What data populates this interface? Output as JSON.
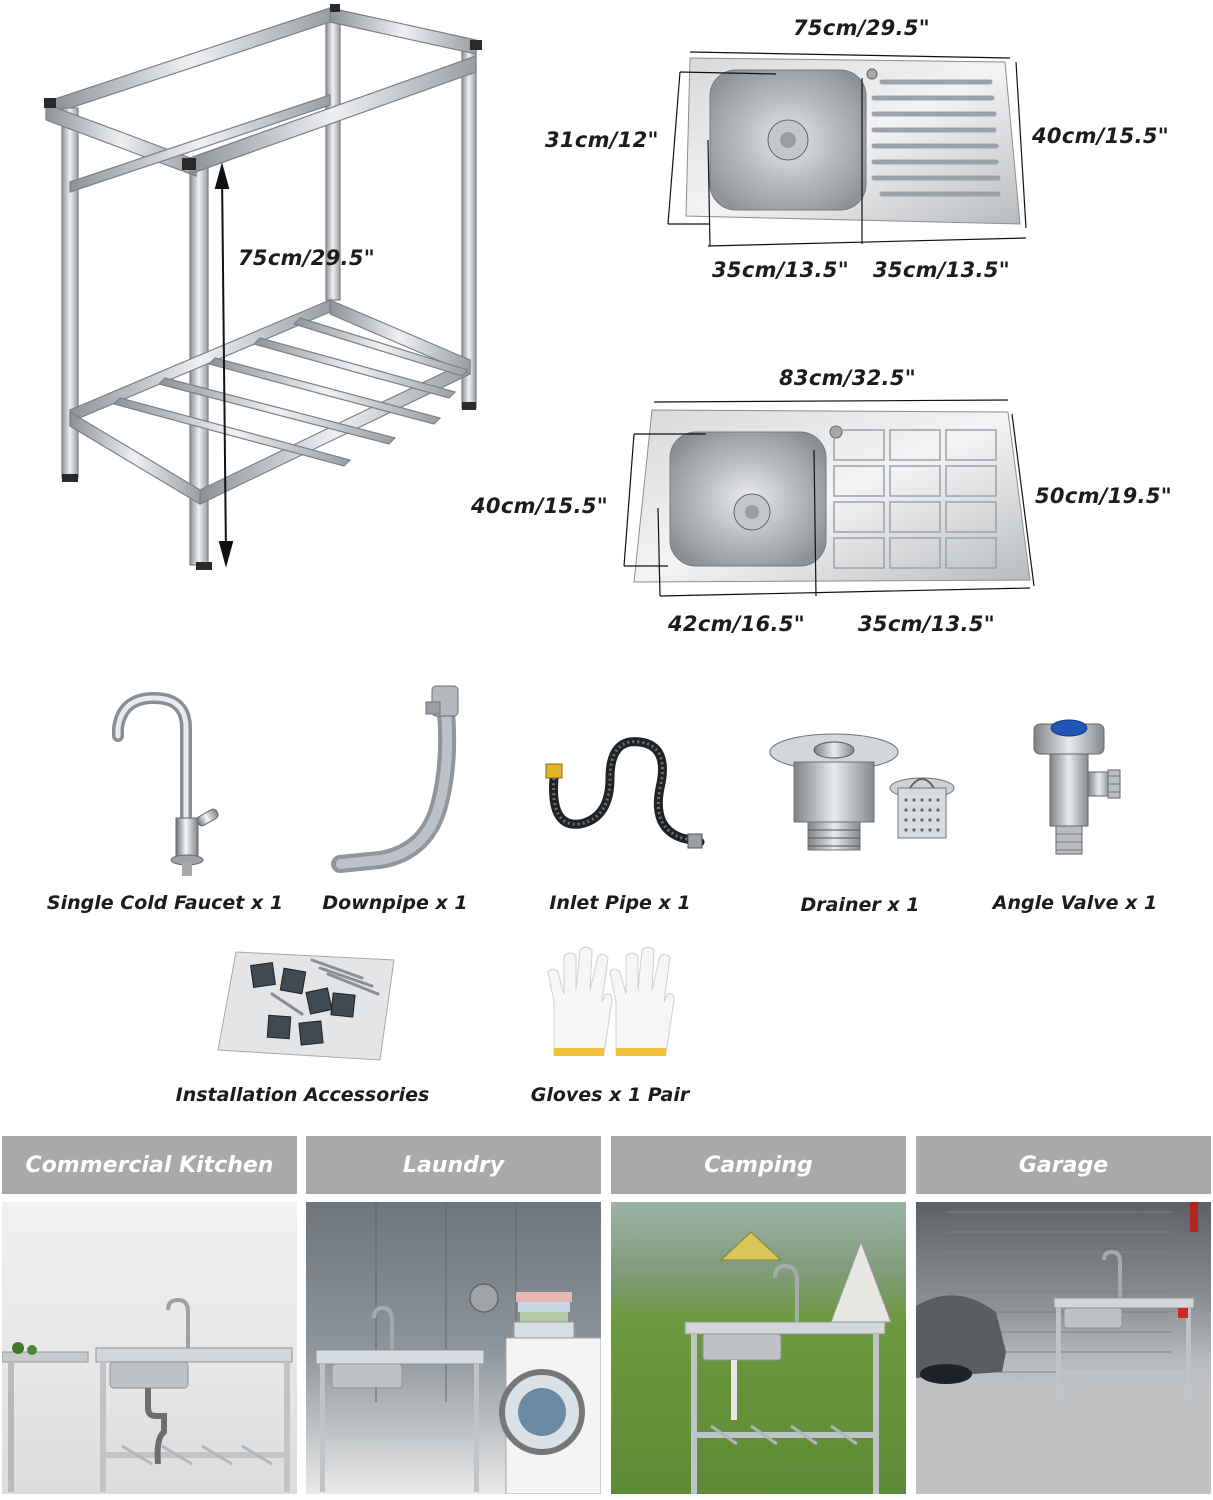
{
  "frame": {
    "height_label": "75cm/29.5\""
  },
  "sink_small": {
    "width_label": "75cm/29.5\"",
    "depth_label": "40cm/15.5\"",
    "bowl_depth_label": "31cm/12\"",
    "bowl_width_label": "35cm/13.5\"",
    "drainboard_width_label": "35cm/13.5\""
  },
  "sink_large": {
    "width_label": "83cm/32.5\"",
    "depth_label": "50cm/19.5\"",
    "bowl_depth_label": "40cm/15.5\"",
    "bowl_width_label": "42cm/16.5\"",
    "drainboard_width_label": "35cm/13.5\""
  },
  "accessories": [
    {
      "label": "Single Cold Faucet x 1",
      "icon": "faucet-icon"
    },
    {
      "label": "Downpipe x 1",
      "icon": "downpipe-icon"
    },
    {
      "label": "Inlet Pipe x 1",
      "icon": "inlet-pipe-icon"
    },
    {
      "label": "Drainer x 1",
      "icon": "drainer-icon"
    },
    {
      "label": "Angle Valve x 1",
      "icon": "angle-valve-icon"
    },
    {
      "label": "Installation Accessories",
      "icon": "hardware-bag-icon"
    },
    {
      "label": "Gloves x 1 Pair",
      "icon": "gloves-icon"
    }
  ],
  "scenes": [
    {
      "label": "Commercial Kitchen"
    },
    {
      "label": "Laundry"
    },
    {
      "label": "Camping"
    },
    {
      "label": "Garage"
    }
  ],
  "colors": {
    "band": "#a9a9a9",
    "steel": "#c9ccd0",
    "text": "#1c1c1c",
    "grass": "#6c9a3e"
  }
}
